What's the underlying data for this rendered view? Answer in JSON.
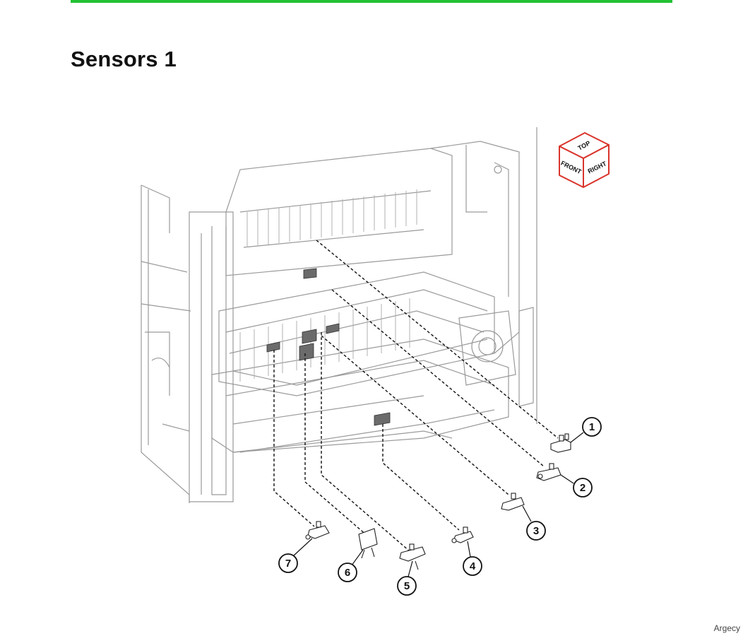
{
  "header": {
    "accent_color": "#22c233"
  },
  "page": {
    "title": "Sensors 1"
  },
  "orientation_cube": {
    "top": "TOP",
    "front": "FRONT",
    "right": "RIGHT",
    "edge_color": "#d9342b"
  },
  "callouts": [
    {
      "label": "1"
    },
    {
      "label": "2"
    },
    {
      "label": "3"
    },
    {
      "label": "4"
    },
    {
      "label": "5"
    },
    {
      "label": "6"
    },
    {
      "label": "7"
    }
  ],
  "footer": {
    "watermark": "Argecy"
  }
}
